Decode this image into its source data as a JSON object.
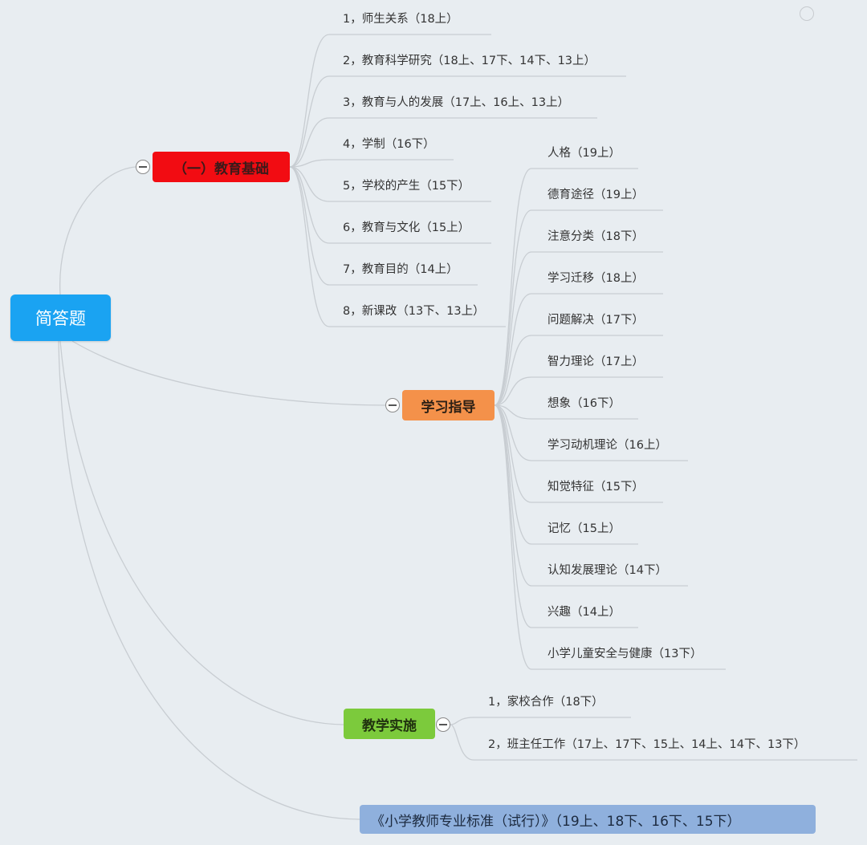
{
  "root": {
    "label": "简答题"
  },
  "watermark": "",
  "branches": [
    {
      "id": "b1",
      "label": "（一）教育基础",
      "color": "#f20c12",
      "items": [
        "1，师生关系（18上）",
        "2，教育科学研究（18上、17下、14下、13上）",
        "3，教育与人的发展（17上、16上、13上）",
        "4，学制（16下）",
        "5，学校的产生（15下）",
        "6，教育与文化（15上）",
        "7，教育目的（14上）",
        "8，新课改（13下、13上）"
      ]
    },
    {
      "id": "b2",
      "label": "学习指导",
      "color": "#f4914a",
      "items": [
        "人格（19上）",
        "德育途径（19上）",
        "注意分类（18下）",
        "学习迁移（18上）",
        "问题解决（17下）",
        "智力理论（17上）",
        "想象（16下）",
        "学习动机理论（16上）",
        "知觉特征（15下）",
        "记忆（15上）",
        "认知发展理论（14下）",
        "兴趣（14上）",
        "小学儿童安全与健康（13下）"
      ]
    },
    {
      "id": "b3",
      "label": "教学实施",
      "color": "#7cca3c",
      "items": [
        "1，家校合作（18下）",
        "2，班主任工作（17上、17下、15上、14上、14下、13下）"
      ]
    },
    {
      "id": "b4",
      "label": "《小学教师专业标准（试行）》（19上、18下、16下、15下）",
      "color": "#8fb0dd",
      "items": []
    }
  ]
}
